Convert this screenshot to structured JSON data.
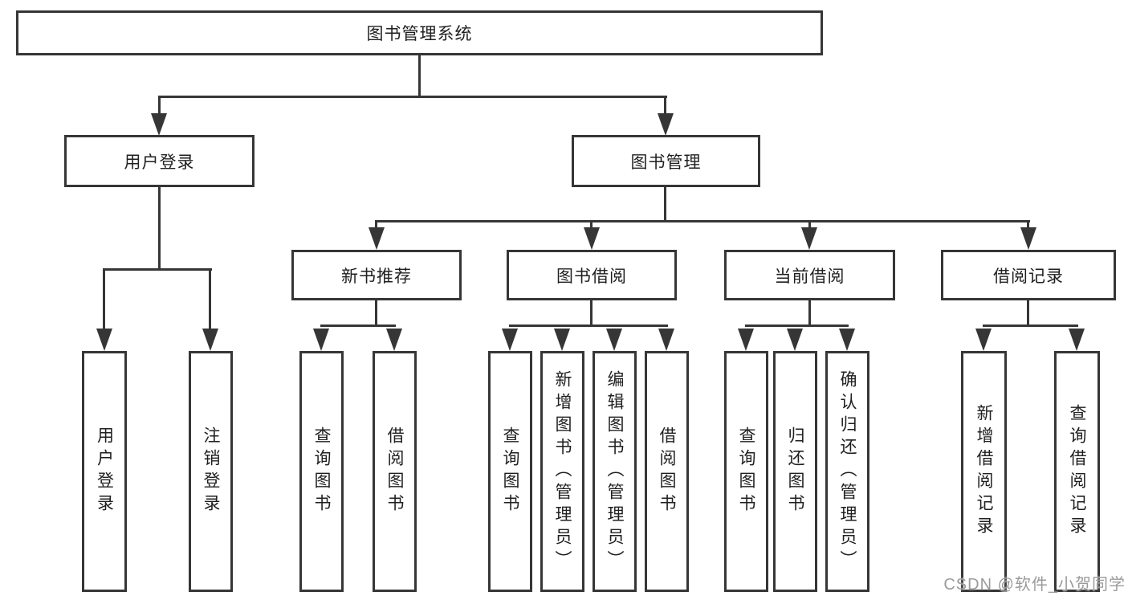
{
  "diagram": {
    "root": {
      "label": "图书管理系统"
    },
    "branches": [
      {
        "label": "用户登录",
        "children": [
          {
            "label": "用户登录"
          },
          {
            "label": "注销登录"
          }
        ]
      },
      {
        "label": "图书管理",
        "children": [
          {
            "label": "新书推荐",
            "children": [
              {
                "label": "查询图书"
              },
              {
                "label": "借阅图书"
              }
            ]
          },
          {
            "label": "图书借阅",
            "children": [
              {
                "label": "查询图书"
              },
              {
                "label": "新增图书（管理员）"
              },
              {
                "label": "编辑图书（管理员）"
              },
              {
                "label": "借阅图书"
              }
            ]
          },
          {
            "label": "当前借阅",
            "children": [
              {
                "label": "查询图书"
              },
              {
                "label": "归还图书"
              },
              {
                "label": "确认归还（管理员）"
              }
            ]
          },
          {
            "label": "借阅记录",
            "children": [
              {
                "label": "新增借阅记录"
              },
              {
                "label": "查询借阅记录"
              }
            ]
          }
        ]
      }
    ]
  },
  "watermark": "CSDN @软件_小贺同学",
  "colors": {
    "line": "#363636",
    "box_border": "#363636",
    "text": "#1f1f1f",
    "background": "#ffffff",
    "watermark": "#9b9b9b"
  }
}
